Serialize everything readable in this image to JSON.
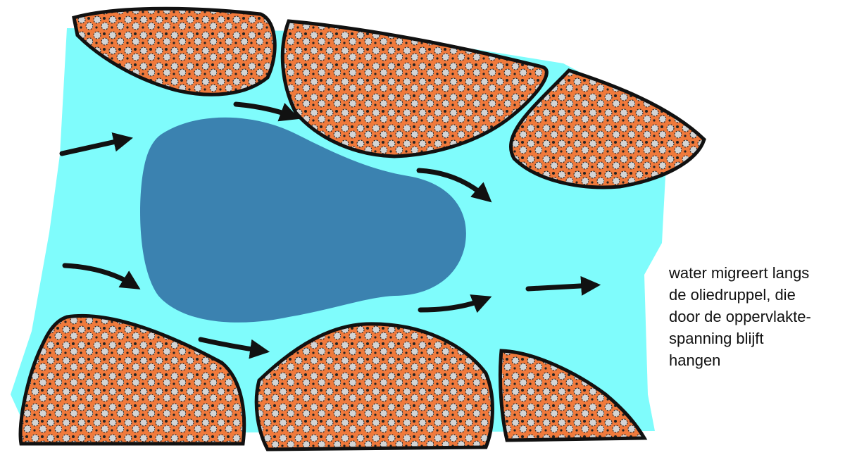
{
  "colors": {
    "water": "#7ffcfc",
    "oil_droplet": "#3b82b0",
    "grain_fill": "#f07a3c",
    "grain_texture": "#c9c9c9",
    "outline": "#111111",
    "background": "#ffffff"
  },
  "caption": {
    "lines": [
      "water migreert langs",
      "de oliedruppel, die",
      "door de oppervlakte-",
      "spanning blijft",
      "hangen"
    ]
  }
}
